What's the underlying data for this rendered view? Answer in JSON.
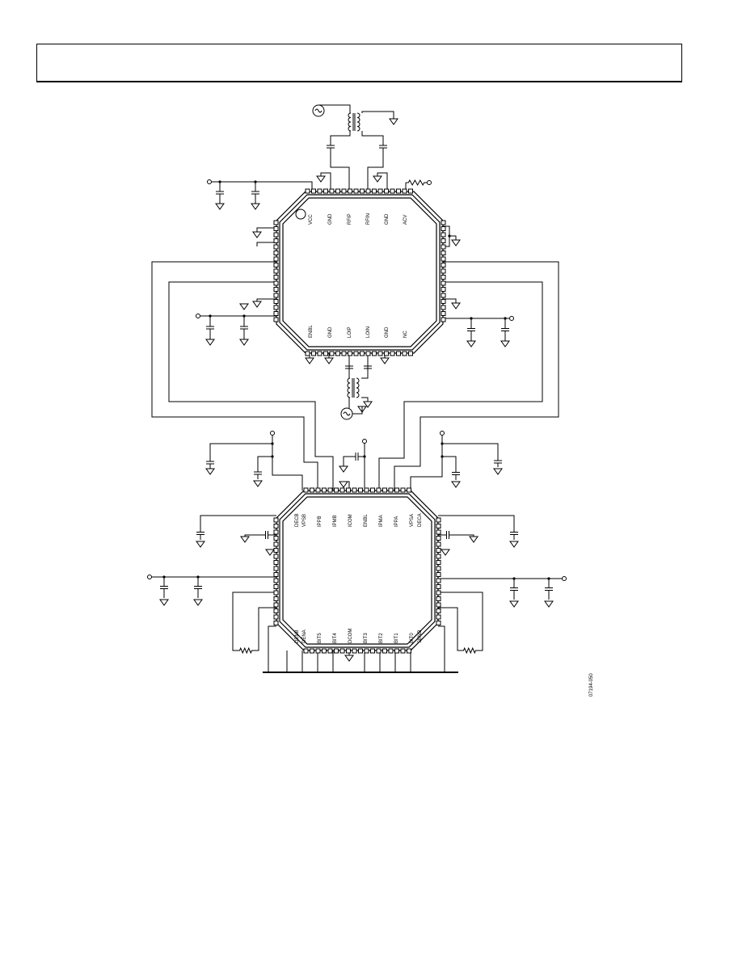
{
  "figure_id": "07194-050",
  "upper_chip": {
    "top_pins": [
      "VCC",
      "GND",
      "RFIP",
      "RFIN",
      "GND",
      "ACV"
    ],
    "bottom_pins": [
      "ENBL",
      "GND",
      "LOIP",
      "LOIN",
      "GND",
      "NC"
    ]
  },
  "lower_chip": {
    "top_pins": [
      "DECB",
      "VPSB",
      "IPPB",
      "IPMB",
      "ICOM",
      "ENBL",
      "IPMA",
      "IPPA",
      "VPSA",
      "DECA"
    ],
    "bottom_pins": [
      "DENB",
      "DENA",
      "BIT5",
      "BIT4",
      "DCOM",
      "BIT3",
      "BIT2",
      "BIT1",
      "BIT0",
      "SENB"
    ]
  },
  "icons": {
    "source": "ac-source-icon",
    "ground": "ground-icon",
    "capacitor": "capacitor-icon",
    "resistor": "resistor-icon",
    "transformer": "transformer-icon",
    "terminal": "terminal-icon"
  }
}
